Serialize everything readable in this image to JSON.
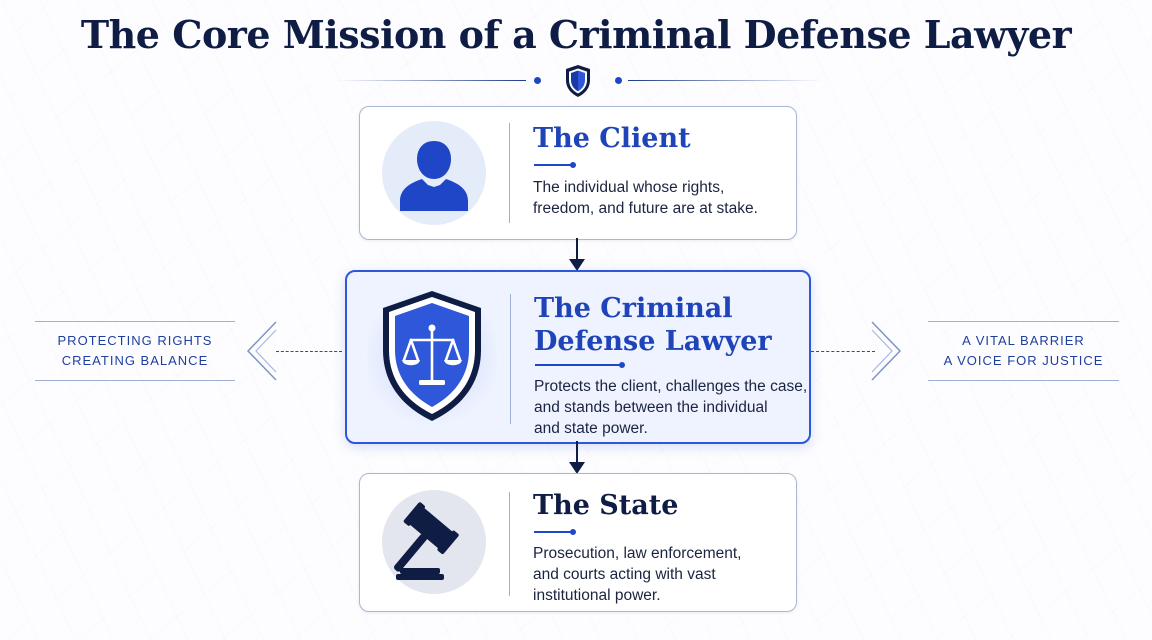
{
  "title": "The Core Mission of a Criminal Defense Lawyer",
  "colors": {
    "navy": "#0f1d45",
    "accent_blue": "#1f46c7",
    "card_border": "#a9b7d6",
    "lawyer_fill": "#eef3ff"
  },
  "nodes": {
    "client": {
      "heading": "The Client",
      "lines": [
        "The individual whose rights,",
        "freedom, and future are at stake."
      ],
      "icon": "person-icon"
    },
    "lawyer": {
      "heading_lines": [
        "The Criminal",
        "Defense Lawyer"
      ],
      "lines": [
        "Protects the client, challenges the case,",
        "and stands between the individual",
        "and state power."
      ],
      "icon": "shield-scales-icon"
    },
    "state": {
      "heading": "The State",
      "lines": [
        "Prosecution, law enforcement,",
        "and courts acting with vast",
        "institutional power."
      ],
      "icon": "gavel-icon"
    }
  },
  "side_left": {
    "lines": [
      "PROTECTING RIGHTS",
      "CREATING BALANCE"
    ]
  },
  "side_right": {
    "lines": [
      "A VITAL BARRIER",
      "A VOICE FOR JUSTICE"
    ]
  },
  "edges": [
    {
      "from": "client",
      "to": "lawyer"
    },
    {
      "from": "lawyer",
      "to": "state"
    },
    {
      "from": "lawyer",
      "to": "side_left"
    },
    {
      "from": "lawyer",
      "to": "side_right"
    }
  ]
}
